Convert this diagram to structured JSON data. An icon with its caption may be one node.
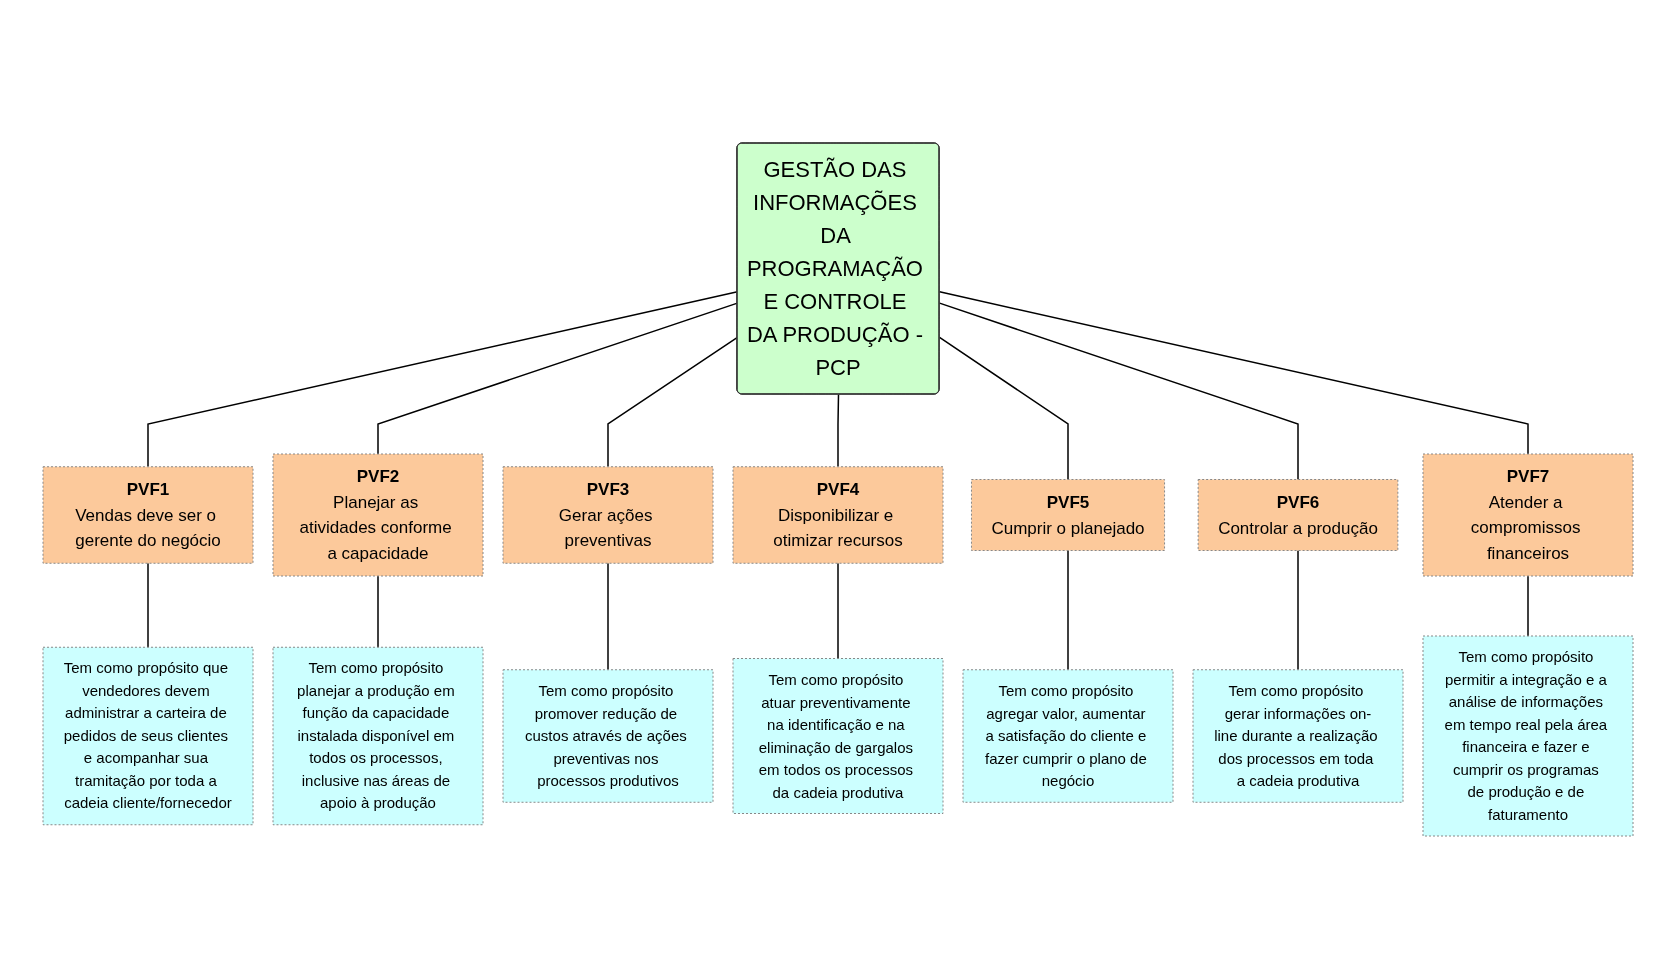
{
  "diagram": {
    "nodes": [
      {
        "text": [
          "GESTÃO DAS INFORMAÇÕES DA PROGRAMAÇÃO E CONTROLE DA PRODUÇÃO - PCP"
        ]
      },
      {
        "text": [
          "PVF1",
          "Vendas deve ser o gerente do negócio"
        ]
      },
      {
        "text": [
          "PVF2",
          "Planejar as atividades conforme a capacidade"
        ]
      },
      {
        "text": [
          "PVF3",
          "Gerar ações preventivas"
        ]
      },
      {
        "text": [
          "PVF4",
          "Disponibilizar e otimizar recursos"
        ]
      },
      {
        "text": [
          "PVF5",
          "Cumprir o planejado"
        ]
      },
      {
        "text": [
          "PVF6",
          "Controlar a produção"
        ]
      },
      {
        "text": [
          "PVF7",
          "Atender a compromissos financeiros"
        ]
      },
      {
        "text": [
          "Tem como propósito que vendedores devem administrar a carteira de pedidos de seus clientes e acompanhar sua tramitação por toda a cadeia cliente/fornecedor"
        ]
      },
      {
        "text": [
          "Tem como propósito planejar a produção em função da capacidade instalada disponível em todos os processos, inclusive nas áreas de apoio à produção"
        ]
      },
      {
        "text": [
          "Tem como propósito promover redução de custos através de ações preventivas nos processos produtivos"
        ]
      },
      {
        "text": [
          "Tem como propósito atuar preventivamente na identificação e na eliminação de gargalos em todos os processos da cadeia produtiva"
        ]
      },
      {
        "text": [
          "Tem como propósito agregar valor, aumentar a satisfação do cliente e fazer cumprir o plano de negócio"
        ]
      },
      {
        "text": [
          "Tem como propósito gerar informações on-line durante a realização dos processos em toda a cadeia produtiva"
        ]
      },
      {
        "text": [
          "Tem como propósito permitir a integração e a análise de informações em tempo real pela área financeira e fazer e cumprir os programas de produção e de faturamento"
        ]
      }
    ],
    "edges": [
      {
        "from": 0,
        "to": 1,
        "arrow": "none"
      },
      {
        "from": 0,
        "to": 2,
        "arrow": "none"
      },
      {
        "from": 0,
        "to": 3,
        "arrow": "none"
      },
      {
        "from": 0,
        "to": 4,
        "arrow": "none"
      },
      {
        "from": 0,
        "to": 5,
        "arrow": "none"
      },
      {
        "from": 0,
        "to": 6,
        "arrow": "none"
      },
      {
        "from": 0,
        "to": 7,
        "arrow": "none"
      },
      {
        "from": 1,
        "to": 8,
        "arrow": "none"
      },
      {
        "from": 2,
        "to": 9,
        "arrow": "none"
      },
      {
        "from": 3,
        "to": 10,
        "arrow": "none"
      },
      {
        "from": 4,
        "to": 11,
        "arrow": "none"
      },
      {
        "from": 5,
        "to": 12,
        "arrow": "none"
      },
      {
        "from": 6,
        "to": 13,
        "arrow": "none"
      },
      {
        "from": 7,
        "to": 14,
        "arrow": "none"
      }
    ]
  }
}
